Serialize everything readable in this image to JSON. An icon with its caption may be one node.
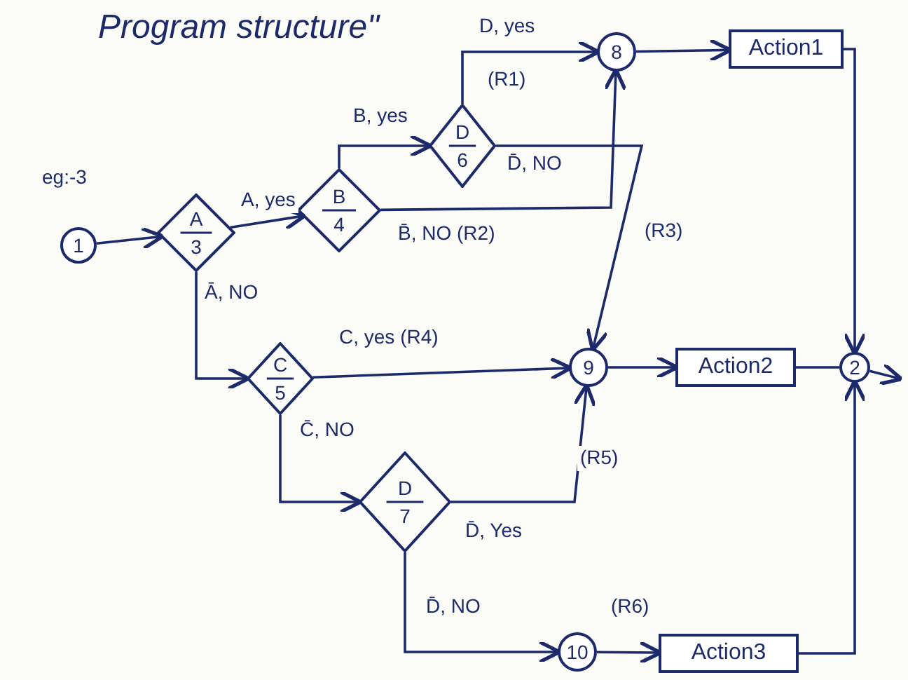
{
  "diagram": {
    "title": "Program structure\"",
    "nodes": [
      {
        "text": [
          "1"
        ]
      },
      {
        "text": [
          "A",
          "3"
        ]
      },
      {
        "text": [
          "B",
          "4"
        ]
      },
      {
        "text": [
          "D",
          "6"
        ]
      },
      {
        "text": [
          "8"
        ]
      },
      {
        "text": [
          "Action1"
        ]
      },
      {
        "text": [
          "C",
          "5"
        ]
      },
      {
        "text": [
          "9"
        ]
      },
      {
        "text": [
          "Action2"
        ]
      },
      {
        "text": [
          "2"
        ]
      },
      {
        "text": [
          "D",
          "7"
        ]
      },
      {
        "text": [
          "10"
        ]
      },
      {
        "text": [
          "Action3"
        ]
      }
    ],
    "edges": [
      {
        "from": 0,
        "to": 1,
        "arrow": "to"
      },
      {
        "from": 1,
        "to": 2,
        "arrow": "to",
        "label": "A, yes"
      },
      {
        "from": 1,
        "to": 6,
        "arrow": "to",
        "label": "Ā, NO"
      },
      {
        "from": 2,
        "to": 3,
        "arrow": "to",
        "label": "B, yes"
      },
      {
        "from": 2,
        "to": 4,
        "arrow": "to",
        "label": "B̄, NO (R2)"
      },
      {
        "from": 3,
        "to": 4,
        "arrow": "to",
        "label": "D, yes"
      },
      {
        "from": 3,
        "to": 7,
        "arrow": "to",
        "label": "D̄, NO"
      },
      {
        "from": 4,
        "to": 5,
        "arrow": "to"
      },
      {
        "from": 5,
        "to": 9,
        "arrow": "to"
      },
      {
        "from": 6,
        "to": 7,
        "arrow": "to",
        "label": "C, yes (R4)"
      },
      {
        "from": 6,
        "to": 10,
        "arrow": "to",
        "label": "C̄, NO"
      },
      {
        "from": 7,
        "to": 8,
        "arrow": "to"
      },
      {
        "from": 8,
        "to": 9,
        "arrow": "none"
      },
      {
        "from": 10,
        "to": 7,
        "arrow": "to",
        "label": "D̄, Yes"
      },
      {
        "from": 10,
        "to": 11,
        "arrow": "to",
        "label": "D̄, NO"
      },
      {
        "from": 11,
        "to": 12,
        "arrow": "to"
      },
      {
        "from": 12,
        "to": 9,
        "arrow": "to"
      },
      {
        "from": 9,
        "to": null,
        "arrow": "to"
      }
    ],
    "labels": [
      "eg:-3",
      "(R1)",
      "(R3)",
      "(R5)",
      "(R6)"
    ]
  }
}
